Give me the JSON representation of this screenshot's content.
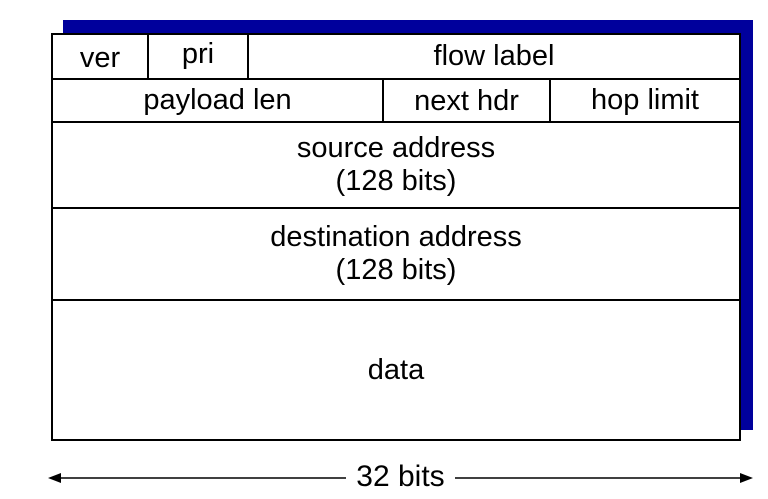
{
  "header": {
    "row1": {
      "ver": "ver",
      "pri": "pri",
      "flow_label": "flow label"
    },
    "row2": {
      "payload_len": "payload len",
      "next_hdr": "next hdr",
      "hop_limit": "hop limit"
    },
    "source": {
      "line1": "source address",
      "line2": "(128 bits)"
    },
    "destination": {
      "line1": "destination address",
      "line2": "(128 bits)"
    },
    "data": "data"
  },
  "width_label": "32 bits",
  "colors": {
    "shadow": "#00009c",
    "border": "#000000",
    "background": "#ffffff"
  }
}
